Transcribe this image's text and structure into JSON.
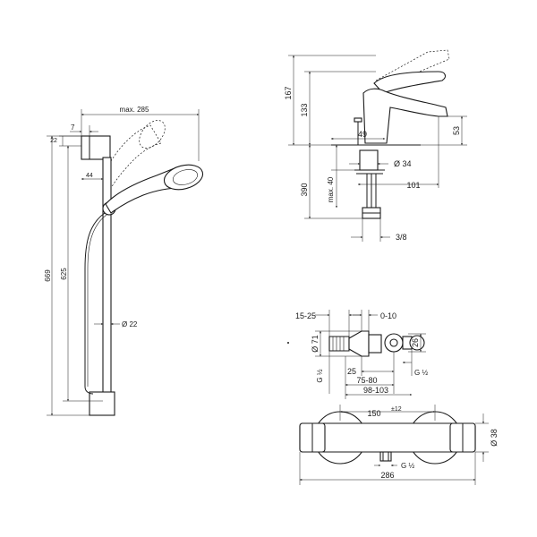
{
  "shower_rail": {
    "dim_max_width": "max. 285",
    "dim_7": "7",
    "dim_22_top": "22",
    "dim_44": "44",
    "dim_669": "669",
    "dim_625": "625",
    "dim_rod_diameter": "Ø 22"
  },
  "basin_mixer": {
    "dim_167": "167",
    "dim_133": "133",
    "dim_49": "49",
    "dim_53": "53",
    "dim_diameter_34": "Ø 34",
    "dim_101": "101",
    "dim_390": "390",
    "dim_max_40": "max. 40",
    "dim_3_8": "3/8"
  },
  "thermostat_side": {
    "dim_15_25": "15-25",
    "dim_0_10": "0-10",
    "dim_diameter_71": "Ø 71",
    "dim_26": "26",
    "dim_25": "25",
    "dim_g_half_left": "G ½",
    "dim_g_half_right": "G ½",
    "dim_75_80": "75-80",
    "dim_98_103": "98-103"
  },
  "thermostat_front": {
    "dim_150": "150",
    "dim_150_tolerance": "±12",
    "dim_286": "286",
    "dim_diameter_38": "Ø 38",
    "dim_g_half": "G ½"
  }
}
